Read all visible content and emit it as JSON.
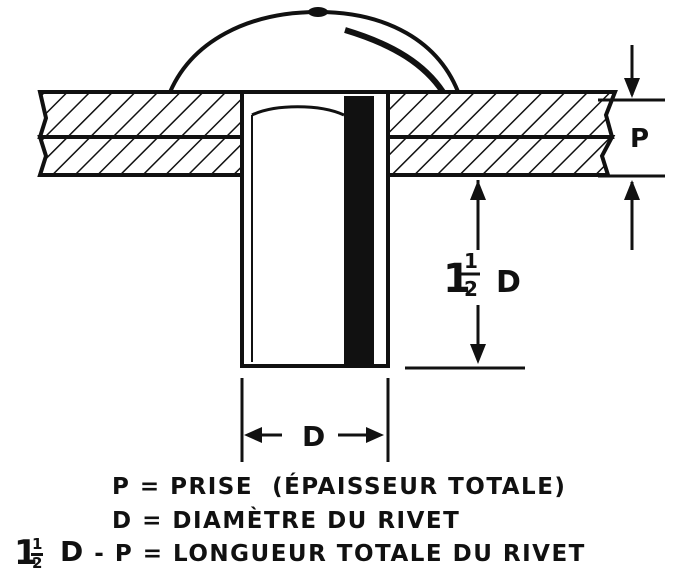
{
  "diagram": {
    "label_p": "P",
    "label_one": "1",
    "label_num": "1",
    "label_den": "2",
    "label_d_height": "D",
    "label_d_width": "D"
  },
  "legend": {
    "line1_key": "P",
    "line1_sep": "=",
    "line1_text": "PRISE  (ÉPAISSEUR TOTALE)",
    "line2_key": "D",
    "line2_sep": "=",
    "line2_text": "DIAMÈTRE DU RIVET",
    "line3_one": "1",
    "line3_num": "1",
    "line3_den": "2",
    "line3_d": "D",
    "line3_minus": "-",
    "line3_key": "P",
    "line3_sep": "=",
    "line3_text": "LONGUEUR TOTALE DU RIVET"
  }
}
